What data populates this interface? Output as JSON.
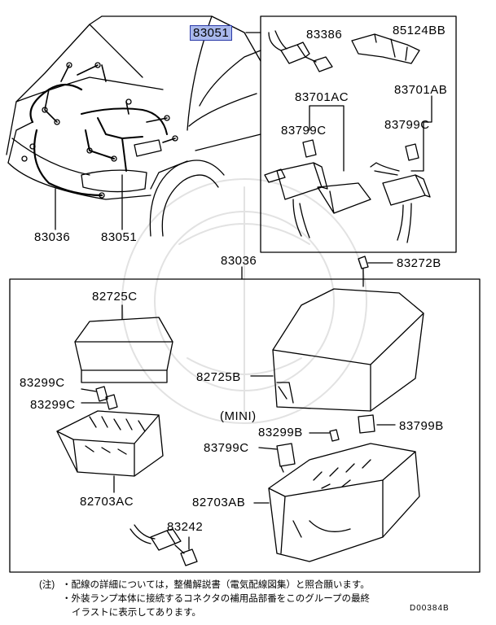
{
  "labels": {
    "p83051_top": "83051",
    "p83386": "83386",
    "p85124BB": "85124BB",
    "p83701AC": "83701AC",
    "p83701AB": "83701AB",
    "p83799C_a": "83799C",
    "p83799C_b": "83799C",
    "p83036_car": "83036",
    "p83051_car": "83051",
    "p83036_box": "83036",
    "p83272B": "83272B",
    "p82725C": "82725C",
    "p82725B": "82725B",
    "p83299C_a": "83299C",
    "p83299C_b": "83299C",
    "mini": "(MINI)",
    "p83299B": "83299B",
    "p83799B": "83799B",
    "p83799C_c": "83799C",
    "p82703AC": "82703AC",
    "p82703AB": "82703AB",
    "p83242": "83242"
  },
  "notes": {
    "prefix": "(注)",
    "line1": "・配線の詳細については，整備解説書（電気配線図集）と照合願います。",
    "line2": "・外装ランプ本体に接続するコネクタの補用品部番をこのグループの最終",
    "line3": "イラストに表示してあります。"
  },
  "diagram_code": "D00384B",
  "colors": {
    "highlight": "#a9b8ec",
    "highlight_border": "#2b3aa8",
    "line": "#000000"
  }
}
